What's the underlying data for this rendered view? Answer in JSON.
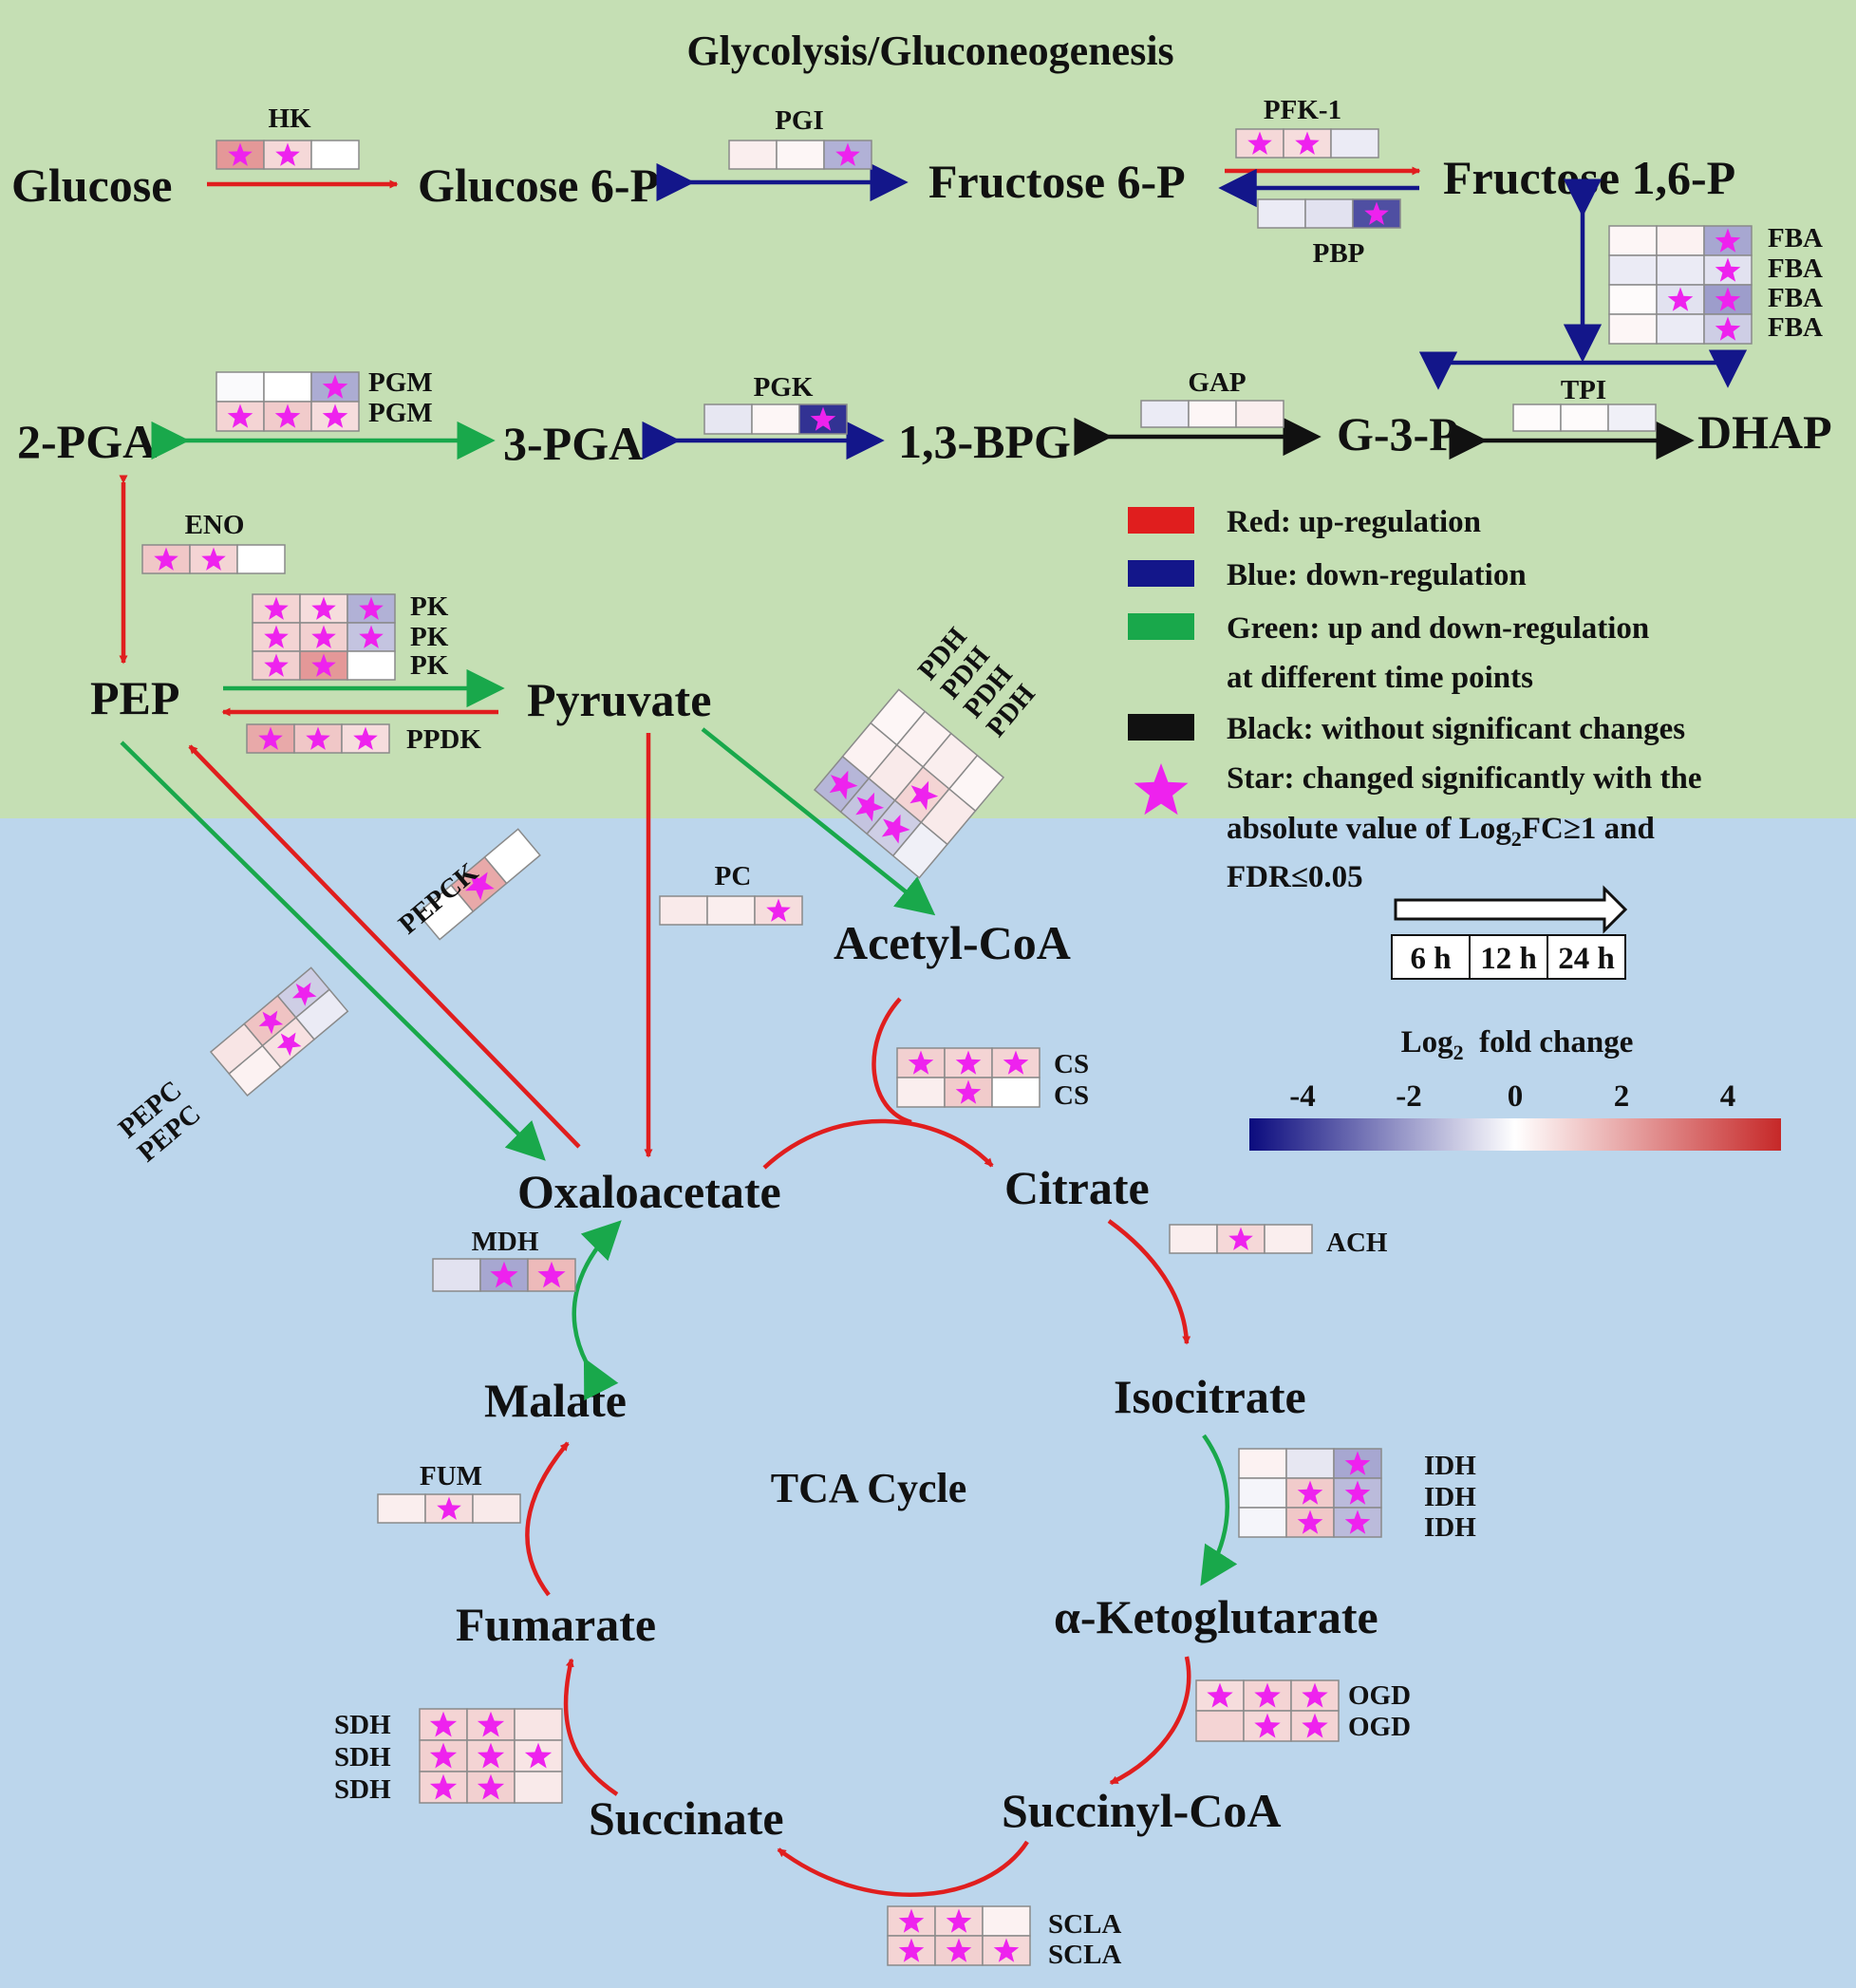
{
  "colors": {
    "up": "#e01e1e",
    "down": "#13168a",
    "both": "#19a84b",
    "none": "#111111",
    "star": "#ee22ee",
    "bg_glycolysis": "#c5dfb4",
    "bg_tca": "#bcd6ec",
    "scale_min": "#0b0b7e",
    "scale_mid": "#ffffff",
    "scale_max": "#c62828"
  },
  "sections": {
    "glycolysis_title": "Glycolysis/Gluconeogenesis",
    "tca_title": "TCA Cycle"
  },
  "metabolites": {
    "glucose": "Glucose",
    "glucose6p": "Glucose 6-P",
    "fructose6p": "Fructose 6-P",
    "fructose16p": "Fructose 1,6-P",
    "pga2": "2-PGA",
    "pga3": "3-PGA",
    "bpg13": "1,3-BPG",
    "g3p": "G-3-P",
    "dhap": "DHAP",
    "pep": "PEP",
    "pyruvate": "Pyruvate",
    "acetylcoa": "Acetyl-CoA",
    "oxaloacetate": "Oxaloacetate",
    "citrate": "Citrate",
    "isocitrate": "Isocitrate",
    "akg": "α-Ketoglutarate",
    "succinylcoa": "Succinyl-CoA",
    "succinate": "Succinate",
    "fumarate": "Fumarate",
    "malate": "Malate"
  },
  "enzymes": {
    "hk": {
      "label": "HK",
      "rows": [
        {
          "fc": [
            2.4,
            0.9,
            0.0
          ],
          "sig": [
            true,
            true,
            false
          ]
        }
      ]
    },
    "pgi": {
      "label": "PGI",
      "rows": [
        {
          "fc": [
            0.4,
            0.2,
            -1.6
          ],
          "sig": [
            false,
            false,
            true
          ]
        }
      ]
    },
    "pfk1": {
      "label": "PFK-1",
      "rows": [
        {
          "fc": [
            0.9,
            0.8,
            -0.4
          ],
          "sig": [
            true,
            true,
            false
          ]
        }
      ]
    },
    "pbp": {
      "label": "PBP",
      "rows": [
        {
          "fc": [
            -0.4,
            -0.6,
            -3.6
          ],
          "sig": [
            false,
            false,
            true
          ]
        }
      ]
    },
    "fba": {
      "label": "FBA",
      "rows": [
        {
          "fc": [
            0.2,
            0.3,
            -1.8
          ],
          "sig": [
            false,
            false,
            true
          ]
        },
        {
          "fc": [
            -0.4,
            -0.4,
            -0.6
          ],
          "sig": [
            false,
            false,
            true
          ]
        },
        {
          "fc": [
            0.1,
            -0.6,
            -2.0
          ],
          "sig": [
            false,
            true,
            true
          ]
        },
        {
          "fc": [
            0.2,
            -0.4,
            -1.0
          ],
          "sig": [
            false,
            false,
            true
          ]
        }
      ]
    },
    "pgm": {
      "label": "PGM",
      "rows": [
        {
          "fc": [
            -0.1,
            0.0,
            -1.7
          ],
          "sig": [
            false,
            false,
            true
          ]
        },
        {
          "fc": [
            1.0,
            1.2,
            0.8
          ],
          "sig": [
            true,
            true,
            true
          ]
        }
      ]
    },
    "pgk": {
      "label": "PGK",
      "rows": [
        {
          "fc": [
            -0.5,
            0.2,
            -4.2
          ],
          "sig": [
            false,
            false,
            true
          ]
        }
      ]
    },
    "gap": {
      "label": "GAP",
      "rows": [
        {
          "fc": [
            -0.4,
            0.2,
            0.4
          ],
          "sig": [
            false,
            false,
            false
          ]
        }
      ]
    },
    "tpi": {
      "label": "TPI",
      "rows": [
        {
          "fc": [
            0.1,
            0.1,
            -0.3
          ],
          "sig": [
            false,
            false,
            false
          ]
        }
      ]
    },
    "eno": {
      "label": "ENO",
      "rows": [
        {
          "fc": [
            1.3,
            1.0,
            0.0
          ],
          "sig": [
            true,
            true,
            false
          ]
        }
      ]
    },
    "pk": {
      "label": "PK",
      "rows": [
        {
          "fc": [
            1.0,
            0.8,
            -1.6
          ],
          "sig": [
            true,
            true,
            true
          ]
        },
        {
          "fc": [
            1.0,
            1.1,
            -1.2
          ],
          "sig": [
            true,
            true,
            true
          ]
        },
        {
          "fc": [
            1.1,
            2.4,
            0.0
          ],
          "sig": [
            true,
            true,
            false
          ]
        }
      ]
    },
    "ppdk": {
      "label": "PPDK",
      "rows": [
        {
          "fc": [
            2.0,
            1.3,
            0.8
          ],
          "sig": [
            true,
            true,
            true
          ]
        }
      ]
    },
    "pdh": {
      "label": "PDH",
      "rows": [
        {
          "fc": [
            -1.5,
            0.3,
            0.2
          ],
          "sig": [
            true,
            false,
            false
          ]
        },
        {
          "fc": [
            -1.2,
            0.5,
            0.3
          ],
          "sig": [
            true,
            false,
            false
          ]
        },
        {
          "fc": [
            -1.0,
            1.0,
            0.4
          ],
          "sig": [
            true,
            true,
            false
          ]
        },
        {
          "fc": [
            -0.3,
            0.5,
            0.2
          ],
          "sig": [
            false,
            false,
            false
          ]
        }
      ]
    },
    "pepck": {
      "label": "PEPCK",
      "rows": [
        {
          "fc": [
            0.0,
            2.0,
            0.0
          ],
          "sig": [
            false,
            true,
            false
          ]
        }
      ]
    },
    "pepc": {
      "label": "PEPC",
      "rows": [
        {
          "fc": [
            0.6,
            1.4,
            -1.0
          ],
          "sig": [
            false,
            true,
            true
          ]
        },
        {
          "fc": [
            0.3,
            0.7,
            -0.4
          ],
          "sig": [
            false,
            true,
            false
          ]
        }
      ]
    },
    "pc": {
      "label": "PC",
      "rows": [
        {
          "fc": [
            0.5,
            0.4,
            0.8
          ],
          "sig": [
            false,
            false,
            true
          ]
        }
      ]
    },
    "cs": {
      "label": "CS",
      "rows": [
        {
          "fc": [
            1.1,
            1.0,
            1.0
          ],
          "sig": [
            true,
            true,
            true
          ]
        },
        {
          "fc": [
            0.4,
            1.2,
            0.0
          ],
          "sig": [
            false,
            true,
            false
          ]
        }
      ]
    },
    "ach": {
      "label": "ACH",
      "rows": [
        {
          "fc": [
            0.4,
            0.9,
            0.4
          ],
          "sig": [
            false,
            true,
            false
          ]
        }
      ]
    },
    "mdh": {
      "label": "MDH",
      "rows": [
        {
          "fc": [
            -0.6,
            -1.8,
            1.6
          ],
          "sig": [
            false,
            true,
            true
          ]
        }
      ]
    },
    "idh": {
      "label": "IDH",
      "rows": [
        {
          "fc": [
            0.3,
            -0.5,
            -1.8
          ],
          "sig": [
            false,
            false,
            true
          ]
        },
        {
          "fc": [
            -0.2,
            1.2,
            -1.4
          ],
          "sig": [
            false,
            true,
            true
          ]
        },
        {
          "fc": [
            -0.2,
            1.3,
            -1.4
          ],
          "sig": [
            false,
            true,
            true
          ]
        }
      ]
    },
    "ogd": {
      "label": "OGD",
      "rows": [
        {
          "fc": [
            0.8,
            1.0,
            1.0
          ],
          "sig": [
            true,
            true,
            true
          ]
        },
        {
          "fc": [
            1.0,
            0.9,
            1.0
          ],
          "sig": [
            false,
            true,
            true
          ]
        }
      ]
    },
    "fum": {
      "label": "FUM",
      "rows": [
        {
          "fc": [
            0.4,
            0.8,
            0.5
          ],
          "sig": [
            false,
            true,
            false
          ]
        }
      ]
    },
    "sdh": {
      "label": "SDH",
      "rows": [
        {
          "fc": [
            1.0,
            1.0,
            0.6
          ],
          "sig": [
            true,
            true,
            false
          ]
        },
        {
          "fc": [
            1.1,
            1.0,
            0.6
          ],
          "sig": [
            true,
            true,
            true
          ]
        },
        {
          "fc": [
            1.0,
            1.1,
            0.5
          ],
          "sig": [
            true,
            true,
            false
          ]
        }
      ]
    },
    "scla": {
      "label": "SCLA",
      "rows": [
        {
          "fc": [
            1.0,
            0.9,
            0.3
          ],
          "sig": [
            true,
            true,
            false
          ]
        },
        {
          "fc": [
            1.0,
            1.1,
            0.9
          ],
          "sig": [
            true,
            true,
            true
          ]
        }
      ]
    }
  },
  "legend": {
    "red": "Red: up-regulation",
    "blue": "Blue: down-regulation",
    "green_line1": "Green: up and down-regulation",
    "green_line2": "at different time points",
    "black": "Black: without significant changes",
    "star_line1": "Star: changed significantly with  the",
    "star_line2": "absolute value of Log",
    "star_line2_sub": "2",
    "star_line2_end": "FC≥1 and",
    "star_line3": "FDR≤0.05",
    "time_points": [
      "6 h",
      "12 h",
      "24 h"
    ]
  },
  "color_scale": {
    "title_pre": "Log",
    "title_sub": "2",
    "title_post": "  fold change",
    "min": -5,
    "max": 5,
    "ticks": [
      "-4",
      "-2",
      "0",
      "2",
      "4"
    ],
    "tick_values": [
      -4,
      -2,
      0,
      2,
      4
    ]
  }
}
